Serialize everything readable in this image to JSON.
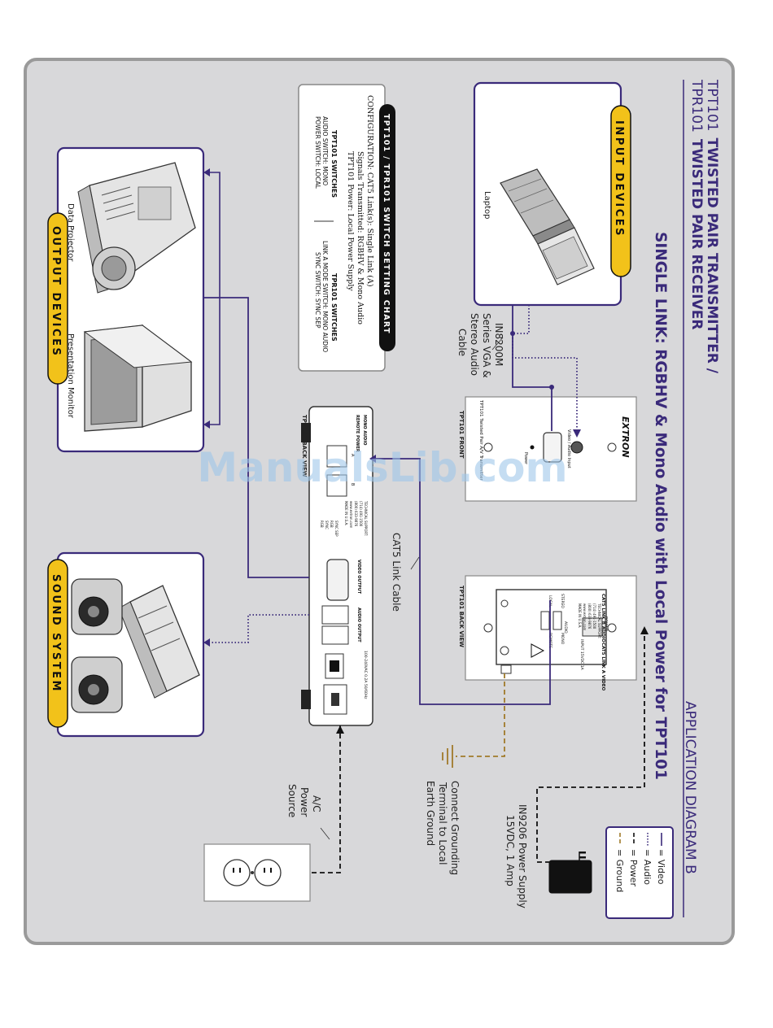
{
  "header": {
    "line1_model": "TPT101",
    "line1_rest": "TWISTED PAIR TRANSMITTER /",
    "line2_model": "TPR101",
    "line2_rest": "TWISTED PAIR RECEIVER",
    "subtitle": "SINGLE LINK: RGBHV & Mono Audio with Local Power for TPT101",
    "diagram_title": "APPLICATION DIAGRAM B"
  },
  "legend": {
    "items": [
      {
        "key": "video",
        "label": "= Video",
        "color": "#3a2a7a",
        "style": "solid"
      },
      {
        "key": "audio",
        "label": "= Audio",
        "color": "#3a2a7a",
        "style": "dotted"
      },
      {
        "key": "power",
        "label": "= Power",
        "color": "#111111",
        "style": "dashed"
      },
      {
        "key": "ground",
        "label": "= Ground",
        "color": "#a07a2a",
        "style": "dashed"
      }
    ]
  },
  "sections": {
    "input_devices": "INPUT DEVICES",
    "output_devices": "OUTPUT DEVICES",
    "sound_system": "SOUND SYSTEM"
  },
  "devices": {
    "laptop": "Laptop",
    "data_projector": "Data Projector",
    "presentation_monitor": "Presentation Monitor"
  },
  "cables": {
    "in8200m": [
      "IN8200M",
      "Series VGA &",
      "Stereo Audio",
      "Cable"
    ],
    "cat5": "CAT5 Link Cable",
    "power_supply": [
      "IN9206 Power Supply",
      "15VDC, 1 Amp"
    ],
    "grounding": [
      "Connect Grounding",
      "Terminal to Local",
      "Earth Ground"
    ],
    "ac_source": [
      "A/C",
      "Power",
      "Source"
    ]
  },
  "chart": {
    "title": "TPT101 / TPR101 SWITCH SETTING CHART",
    "config_lines": [
      "CONFIGURATION:  CAT5 Link(s): Single Link (A)",
      "Signals Transmitted: RGBHV & Mono Audio",
      "TPT101 Power: Local Power Supply"
    ],
    "tpt_heading": "TPT101 SWITCHES",
    "tpt_lines": [
      "AUDIO SWITCH: MONO",
      "POWER SWITCH: LOCAL"
    ],
    "tpr_heading": "TPR101 SWITCHES",
    "tpr_lines": [
      "LINK A MODE SWITCH: MONO AUDIO",
      "SYNC SWITCH: SYNC SEP"
    ]
  },
  "tpt101_front": {
    "view_label": "TPT101 FRONT",
    "brand": "EXTRON",
    "product_text": "TPT101 Twisted Pair A/V Transmitter",
    "input_label": "Video / Audio Input",
    "power_label": "Power"
  },
  "tpt101_back": {
    "view_label": "TPT101 BACK VIEW",
    "cat5_a": "CAT5 LINK A VIDEO",
    "cat5_b": "CAT5 LINK B AUDIO",
    "power": "POWER",
    "audio": "AUDIO",
    "stereo": "STEREO",
    "mono": "MONO",
    "local": "LOCAL",
    "remote": "REMOTE",
    "input_rating": "INPUT 15VDC 1A",
    "support": [
      "TECHNICAL SUPPORT:",
      "(714) 491-1500",
      "(800) 633-9876",
      "www.extron.com",
      "MADE IN U.S.A."
    ]
  },
  "tpr101_back": {
    "view_label": "TPR101 BACK VIEW",
    "mono_audio": "MONO AUDIO",
    "remote_power": "REMOTE POWER",
    "video_output": "VIDEO OUTPUT",
    "audio_output": "AUDIO OUTPUT",
    "power_rating": "100-240VAC 0.2A 50/60Hz",
    "port_a": "A",
    "port_b": "B",
    "sync": [
      "SYNC SEP",
      "RGB",
      "SYNC",
      "RGB"
    ],
    "support": [
      "TECHNICAL SUPPORT:",
      "(714) 491-1500",
      "(800) 633-9876",
      "www.extron.com",
      "MADE IN U.S.A."
    ]
  },
  "watermark": "ManualsLib.com",
  "colors": {
    "frame": "#9a9a9a",
    "panel": "#d8d8da",
    "accent_purple": "#3a2a7a",
    "badge_yellow": "#f2c21a",
    "ground_gold": "#a07a2a",
    "watermark_blue": "#9fc6ea"
  }
}
